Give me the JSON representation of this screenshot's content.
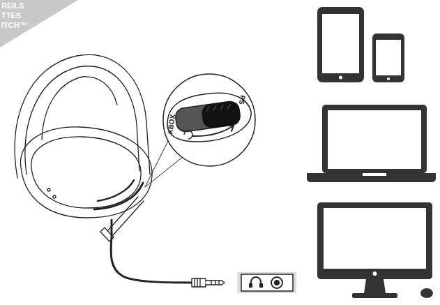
{
  "diagram": {
    "labels": [
      "REILS",
      "TTES",
      "ITCH™",
      "XBOX",
      "PS"
    ]
  }
}
